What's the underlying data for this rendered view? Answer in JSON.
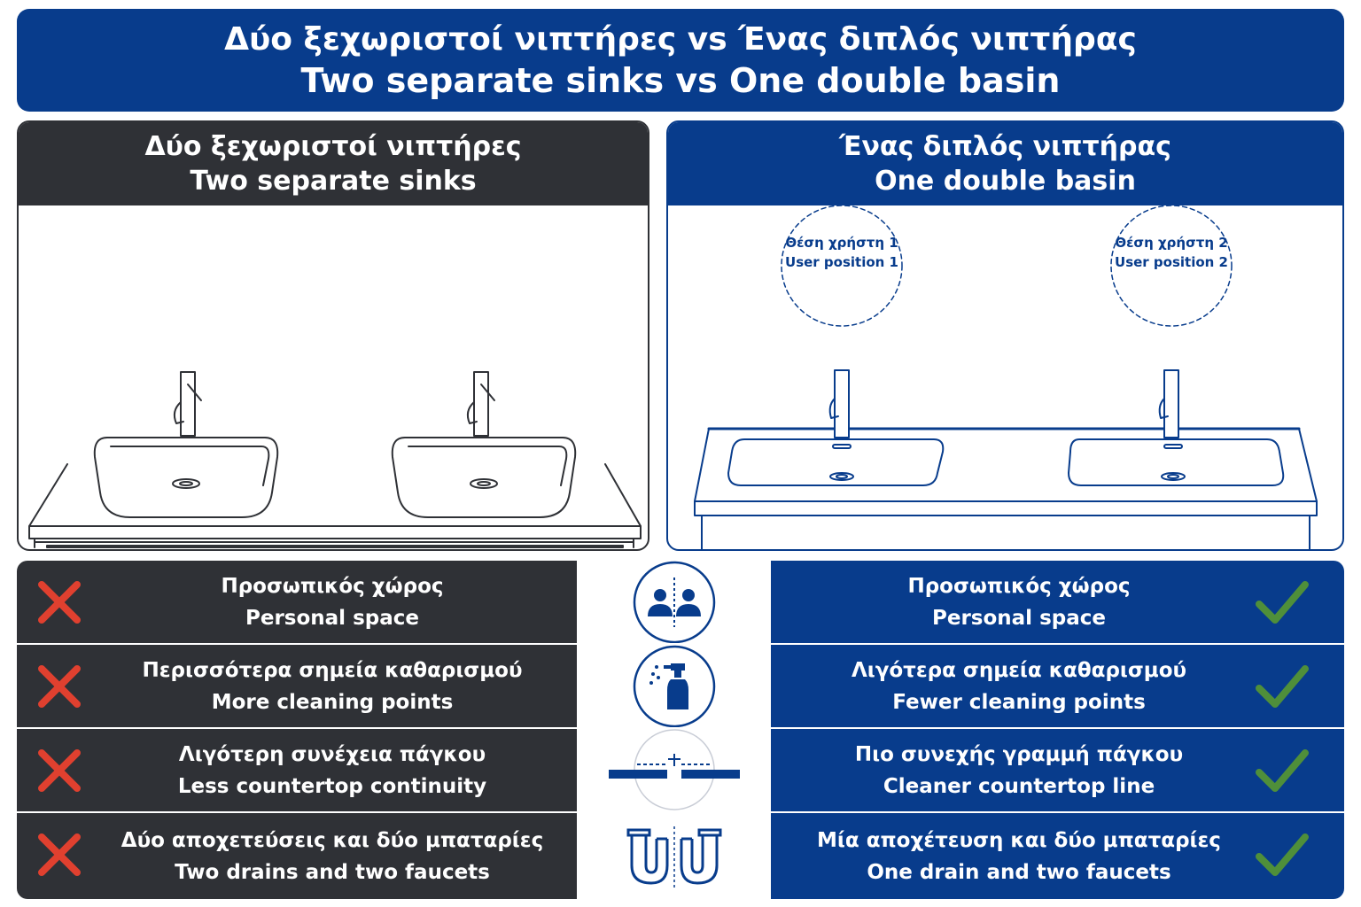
{
  "title": {
    "greek": "Δύο ξεχωριστοί νιπτήρες vs Ένας διπλός νιπτήρας",
    "english": "Two separate sinks vs One double basin"
  },
  "left_panel": {
    "greek": "Δύο ξεχωριστοί νιπτήρες",
    "english": "Two separate sinks"
  },
  "right_panel": {
    "greek": "Ένας διπλός νιπτήρας",
    "english": "One double basin",
    "user_positions": [
      {
        "greek": "Θέση χρήστη 1",
        "english": "User position 1"
      },
      {
        "greek": "Θέση χρήστη 2",
        "english": "User position 2"
      }
    ]
  },
  "comparison": [
    {
      "icon": "people-divided-icon",
      "left": {
        "greek": "Προσωπικός χώρος",
        "english": "Personal space",
        "mark": "cross"
      },
      "right": {
        "greek": "Προσωπικός χώρος",
        "english": "Personal space",
        "mark": "check"
      }
    },
    {
      "icon": "spray-bottle-icon",
      "left": {
        "greek": "Περισσότερα σημεία καθαρισμού",
        "english": "More cleaning points",
        "mark": "cross"
      },
      "right": {
        "greek": "Λιγότερα σημεία καθαρισμού",
        "english": "Fewer cleaning points",
        "mark": "check"
      }
    },
    {
      "icon": "countertop-joint-icon",
      "left": {
        "greek": "Λιγότερη συνέχεια πάγκου",
        "english": "Less countertop continuity",
        "mark": "cross"
      },
      "right": {
        "greek": "Πιο συνεχής γραμμή πάγκου",
        "english": "Cleaner countertop line",
        "mark": "check"
      }
    },
    {
      "icon": "drain-pipes-icon",
      "left": {
        "greek": "Δύο αποχετεύσεις και δύο μπαταρίες",
        "english": "Two drains and two faucets",
        "mark": "cross"
      },
      "right": {
        "greek": "Μία αποχέτευση και δύο μπαταρίες",
        "english": "One drain and two faucets",
        "mark": "check"
      }
    }
  ],
  "colors": {
    "navy": "#083c8c",
    "charcoal": "#2f3136",
    "cross": "#e0402f",
    "check": "#4f8f3a"
  }
}
